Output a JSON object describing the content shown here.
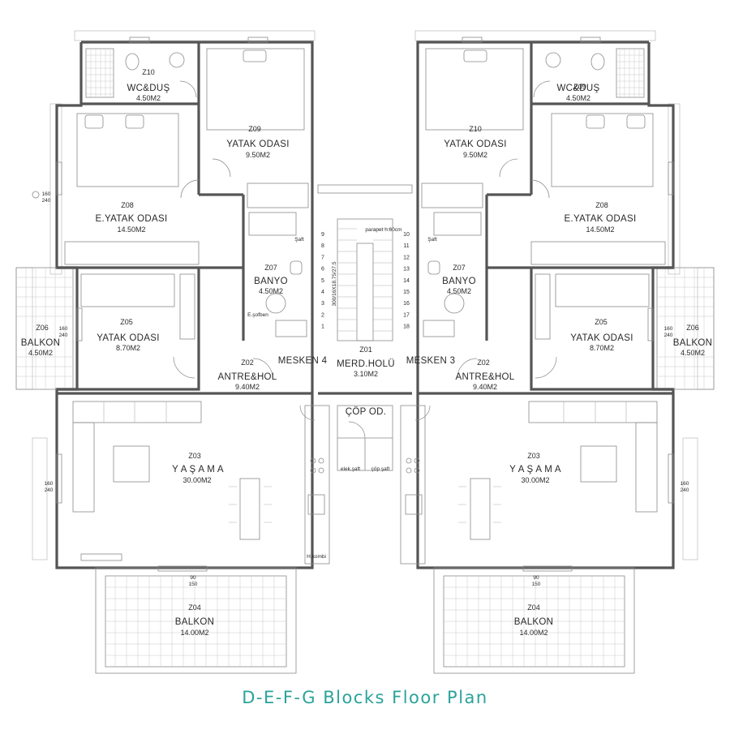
{
  "caption": "D-E-F-G Blocks Floor Plan",
  "colors": {
    "caption": "#2aa39a",
    "walls": "#555555",
    "text": "#2a2a2a"
  },
  "left_unit": {
    "rooms": [
      {
        "code": "Z10",
        "name": "WC&DUŞ",
        "area": "4.50M2"
      },
      {
        "code": "Z09",
        "name": "YATAK ODASI",
        "area": "9.50M2"
      },
      {
        "code": "Z08",
        "name": "E.YATAK ODASI",
        "area": "14.50M2"
      },
      {
        "code": "Z07",
        "name": "BANYO",
        "area": "4.50M2"
      },
      {
        "code": "Z06",
        "name": "BALKON",
        "area": "4.50M2"
      },
      {
        "code": "Z05",
        "name": "YATAK ODASI",
        "area": "8.70M2"
      },
      {
        "code": "Z02",
        "name": "ANTRE&HOL",
        "area": "9.40M2"
      },
      {
        "code": "Z03",
        "name": "Y A Ş A M A",
        "area": "30.00M2"
      },
      {
        "code": "Z04",
        "name": "BALKON",
        "area": "14.00M2"
      }
    ],
    "unit_name": "MESKEN 4",
    "notes": {
      "shaft": "Şaft",
      "heater": "E.şofben",
      "boiler": "H.kombi"
    }
  },
  "right_unit": {
    "rooms": [
      {
        "code": "Z09",
        "name": "WC&DUŞ",
        "area": "4.50M2"
      },
      {
        "code": "Z10",
        "name": "YATAK ODASI",
        "area": "9.50M2"
      },
      {
        "code": "Z08",
        "name": "E.YATAK ODASI",
        "area": "14.50M2"
      },
      {
        "code": "Z07",
        "name": "BANYO",
        "area": "4.50M2"
      },
      {
        "code": "Z06",
        "name": "BALKON",
        "area": "4.50M2"
      },
      {
        "code": "Z05",
        "name": "YATAK ODASI",
        "area": "8.70M2"
      },
      {
        "code": "Z02",
        "name": "ANTRE&HOL",
        "area": "9.40M2"
      },
      {
        "code": "Z03",
        "name": "Y A Ş A M A",
        "area": "30.00M2"
      },
      {
        "code": "Z04",
        "name": "BALKON",
        "area": "14.00M2"
      }
    ],
    "unit_name": "MESKEN 3",
    "notes": {
      "shaft": "Şaft"
    }
  },
  "core": {
    "hall": {
      "code": "Z01",
      "name": "MERD.HOLÜ",
      "area": "3.10M2"
    },
    "garbage": "ÇÖP OD.",
    "elec_shaft": "elek.şaft",
    "garbage_shaft": "çöp şaft",
    "parapet": "parapet h:60cm",
    "stair_note": "300/16X18.75/27.5",
    "steps_left": [
      "9",
      "8",
      "7",
      "6",
      "5",
      "4",
      "3",
      "2",
      "1"
    ],
    "steps_right": [
      "10",
      "11",
      "12",
      "13",
      "14",
      "15",
      "16",
      "17",
      "18"
    ]
  },
  "window_sizes": [
    "160",
    "240",
    "90",
    "150"
  ]
}
